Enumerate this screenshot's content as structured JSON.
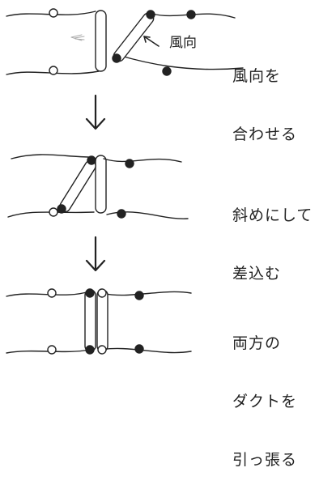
{
  "steps": [
    {
      "caption_lines": [
        "風向を",
        "合わせる"
      ],
      "wind_label": "風向"
    },
    {
      "caption_lines": [
        "斜めにして",
        "差込む"
      ]
    },
    {
      "caption_lines": [
        "両方の",
        "ダクトを",
        "引っ張る"
      ]
    }
  ],
  "icons": [
    "wind-arrow-icon",
    "down-arrow-icon",
    "down-arrow-icon"
  ],
  "colors": {
    "line": "#222222",
    "background": "#ffffff"
  }
}
